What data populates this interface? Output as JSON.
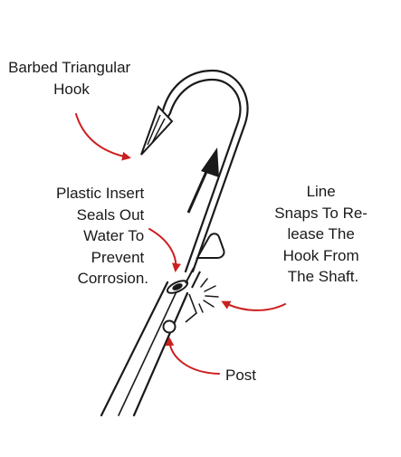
{
  "callouts": {
    "hook": {
      "lines": [
        "Barbed Triangular",
        "Hook"
      ]
    },
    "insert": {
      "lines": [
        "Plastic Insert",
        "Seals Out",
        "Water To",
        "Prevent",
        "Corrosion."
      ]
    },
    "line": {
      "lines": [
        "Line",
        "Snaps To Re-",
        "lease The",
        "Hook From",
        "The Shaft."
      ]
    },
    "post": {
      "lines": [
        "Post"
      ]
    }
  },
  "colors": {
    "ink": "#1a1a1a",
    "arrow": "#cc1f1f",
    "background": "#ffffff"
  }
}
